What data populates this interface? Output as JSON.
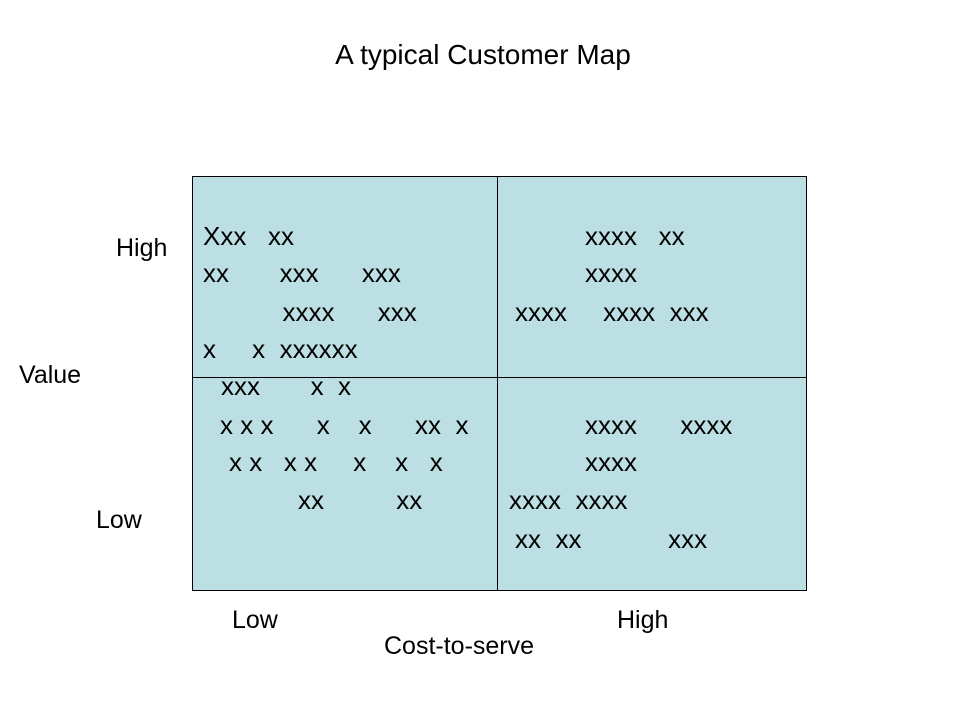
{
  "title": "A typical  Customer Map",
  "axes": {
    "y_label": "Value",
    "y_high": "High",
    "y_low": "Low",
    "x_label": "Cost-to-serve",
    "x_low": "Low",
    "x_high": "High"
  },
  "colors": {
    "quadrant_fill": "#bcdfe3",
    "border": "#000000"
  },
  "quadrants": {
    "top_left": [
      "Xxx   xx",
      "xx       xxx      xxx",
      "           xxxx      xxx",
      "x     x  xxxxxx"
    ],
    "top_right": [
      "xxxx   xx",
      "xxxx",
      "xxxx     xxxx  xxx"
    ],
    "bottom_left": [
      "xxx       x  x",
      "x x x      x    x      xx  x",
      "x x   x x     x    x   x",
      "xx          xx"
    ],
    "bottom_right": [
      "xxxx      xxxx",
      "xxxx",
      "xxxx  xxxx",
      "xx  xx            xxx"
    ]
  }
}
